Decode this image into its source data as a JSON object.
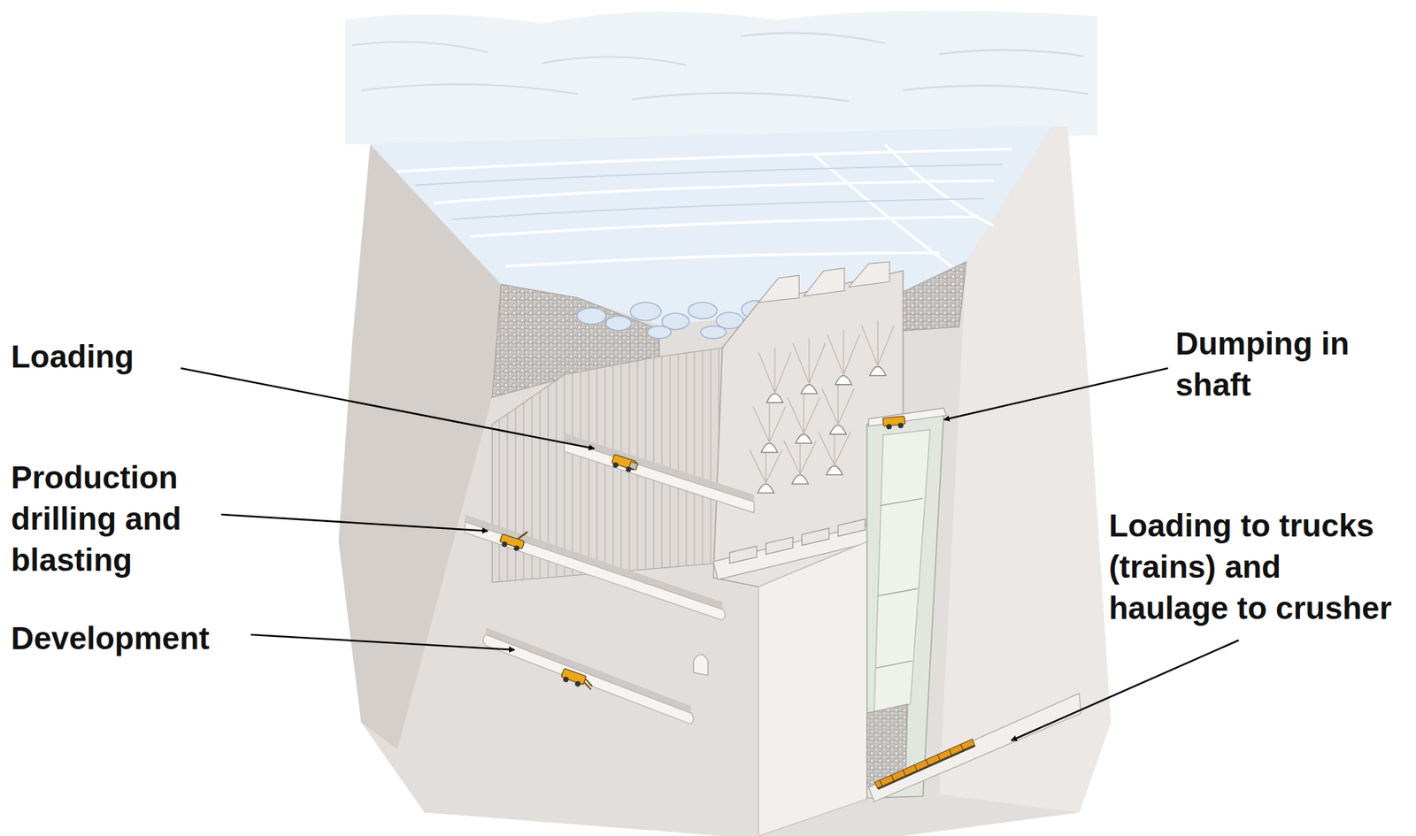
{
  "diagram": {
    "labels": [
      "Loading",
      "Production drilling and blasting",
      "Development",
      "Dumping in shaft",
      "Loading to trucks (trains) and haulage to crusher"
    ]
  }
}
